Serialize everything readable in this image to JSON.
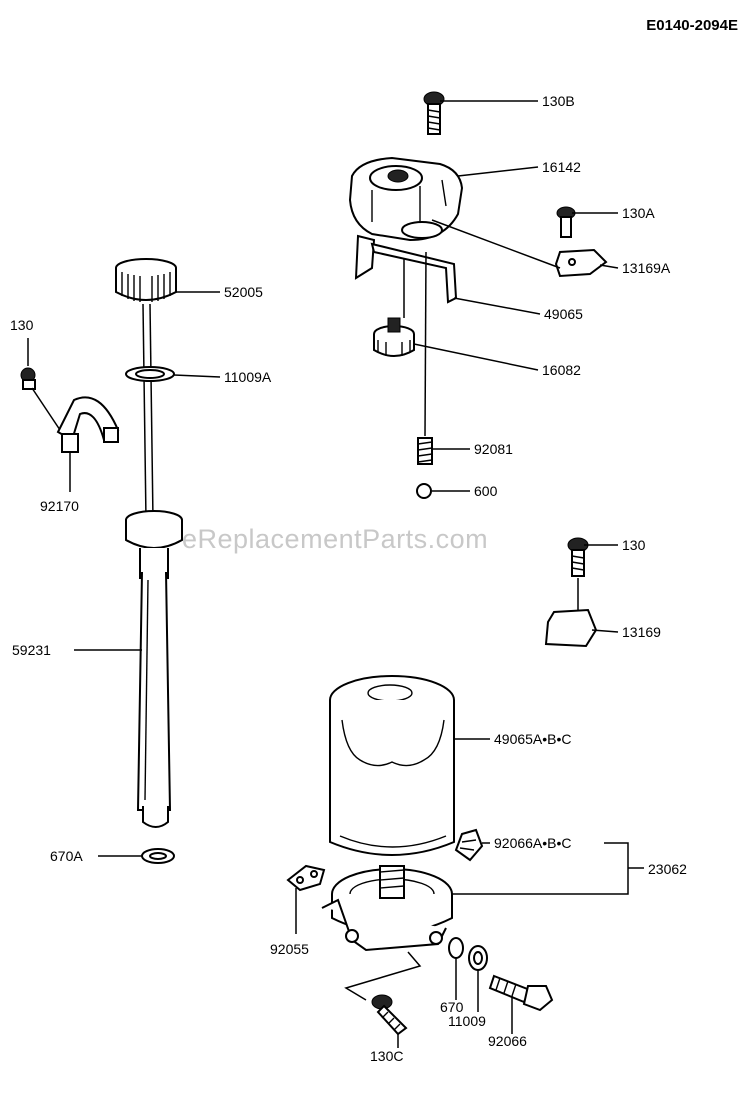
{
  "diagram_code": "E0140-2094E",
  "watermark": "eReplacementParts.com",
  "labels": {
    "p130B": "130B",
    "p16142": "16142",
    "p130A": "130A",
    "p13169A": "13169A",
    "p49065": "49065",
    "p16082": "16082",
    "p92081": "92081",
    "p600": "600",
    "p52005": "52005",
    "p130L": "130",
    "p11009A": "11009A",
    "p92170": "92170",
    "p130R": "130",
    "p13169": "13169",
    "p59231": "59231",
    "p49065ABC": "49065A•B•C",
    "p670A": "670A",
    "p92066ABC": "92066A•B•C",
    "p23062": "23062",
    "p92055": "92055",
    "p670": "670",
    "p11009": "11009",
    "p92066": "92066",
    "p130C": "130C"
  }
}
